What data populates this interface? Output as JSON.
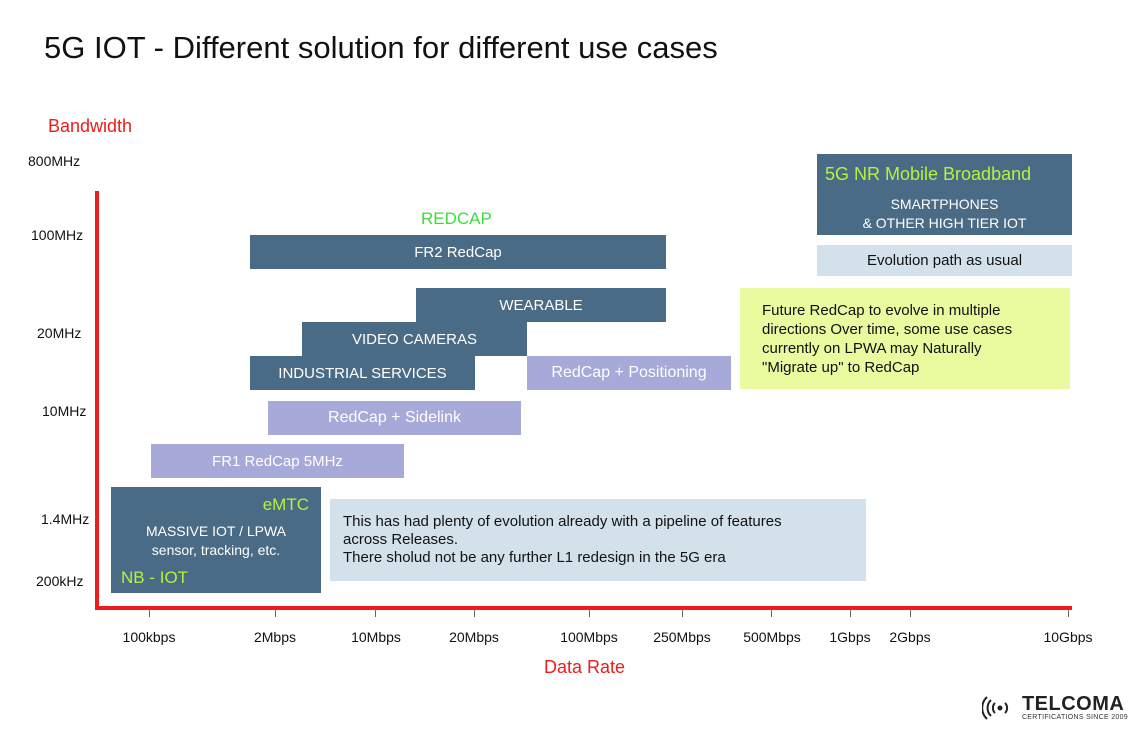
{
  "title": "5G IOT - Different solution for different use cases",
  "y_axis": {
    "label": "Bandwidth",
    "ticks": [
      "800MHz",
      "100MHz",
      "20MHz",
      "10MHz",
      "1.4MHz",
      "200kHz"
    ]
  },
  "x_axis": {
    "label": "Data Rate",
    "ticks": [
      "100kbps",
      "2Mbps",
      "10Mbps",
      "20Mbps",
      "100Mbps",
      "250Mbps",
      "500Mbps",
      "1Gbps",
      "2Gbps",
      "10Gbps"
    ]
  },
  "redcap_label": "REDCAP",
  "bars": {
    "fr2": "FR2 RedCap",
    "wearable": "WEARABLE",
    "video": "VIDEO CAMERAS",
    "industrial": "INDUSTRIAL SERVICES",
    "positioning": "RedCap + Positioning",
    "sidelink": "RedCap + Sidelink",
    "fr1": "FR1 RedCap 5MHz"
  },
  "mbb": {
    "title": "5G NR Mobile Broadband",
    "line1": "SMARTPHONES",
    "line2": "& OTHER HIGH TIER IOT",
    "evolution": "Evolution path as usual"
  },
  "future_note": {
    "line1": "Future RedCap to evolve in multiple",
    "line2": "directions Over time, some use cases",
    "line3": "currently on LPWA may Naturally",
    "line4": "\"Migrate up\" to RedCap"
  },
  "lpwa": {
    "emtc": "eMTC",
    "line1": "MASSIVE IOT / LPWA",
    "line2": "sensor, tracking, etc.",
    "nbiot": "NB - IOT"
  },
  "lpwa_note": {
    "line1": "This has had plenty of evolution already with a pipeline of features",
    "line2": "across Releases.",
    "line3": "There sholud not be any further L1 redesign in the 5G era"
  },
  "logo": {
    "name": "TELCOMA",
    "tagline": "CERTIFICATIONS SINCE 2009"
  },
  "colors": {
    "axis": "#ee1c1c",
    "dark_bar": "#4a6b85",
    "lavender_bar": "#a7a9d9",
    "light_blue": "#d3e2ea",
    "note_yellow": "#e9fa9f",
    "redcap_green": "#3ddc3d",
    "accent_green": "#b6f23e"
  }
}
